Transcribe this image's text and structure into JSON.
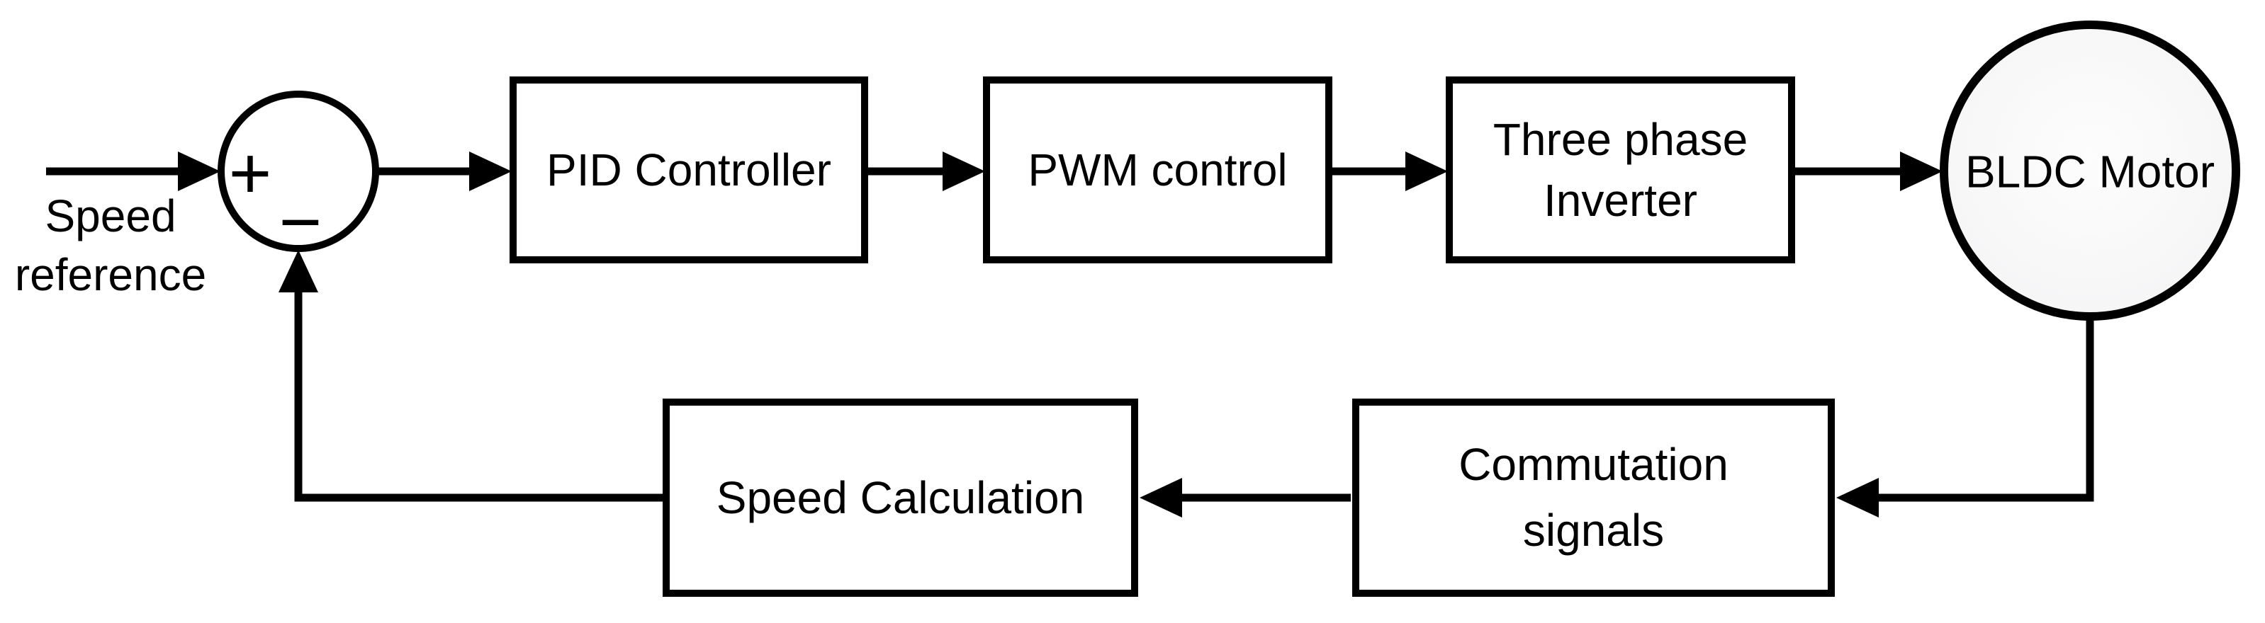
{
  "diagram": {
    "input_label": {
      "line1": "Speed",
      "line2": "reference"
    },
    "summing_junction": {
      "plus": "+",
      "minus": "−"
    },
    "blocks": {
      "pid": {
        "label": "PID Controller"
      },
      "pwm": {
        "label": "PWM control"
      },
      "inverter": {
        "line1": "Three phase",
        "line2": "Inverter"
      },
      "bldc": {
        "label": "BLDC Motor"
      },
      "commutation": {
        "line1": "Commutation",
        "line2": "signals"
      },
      "speed_calc": {
        "label": "Speed Calculation"
      }
    },
    "edges": [
      {
        "from": "Speed reference",
        "to": "summing junction",
        "sign": "+"
      },
      {
        "from": "summing junction",
        "to": "PID Controller"
      },
      {
        "from": "PID Controller",
        "to": "PWM control"
      },
      {
        "from": "PWM control",
        "to": "Three phase Inverter"
      },
      {
        "from": "Three phase Inverter",
        "to": "BLDC Motor"
      },
      {
        "from": "BLDC Motor",
        "to": "Commutation signals"
      },
      {
        "from": "Commutation signals",
        "to": "Speed Calculation"
      },
      {
        "from": "Speed Calculation",
        "to": "summing junction",
        "sign": "−"
      }
    ],
    "colors": {
      "line": "#000000",
      "box_border": "#000000",
      "background": "#ffffff",
      "text": "#000000",
      "motor_fill_light": "#ffffff",
      "motor_fill_shade": "#ececee"
    }
  }
}
